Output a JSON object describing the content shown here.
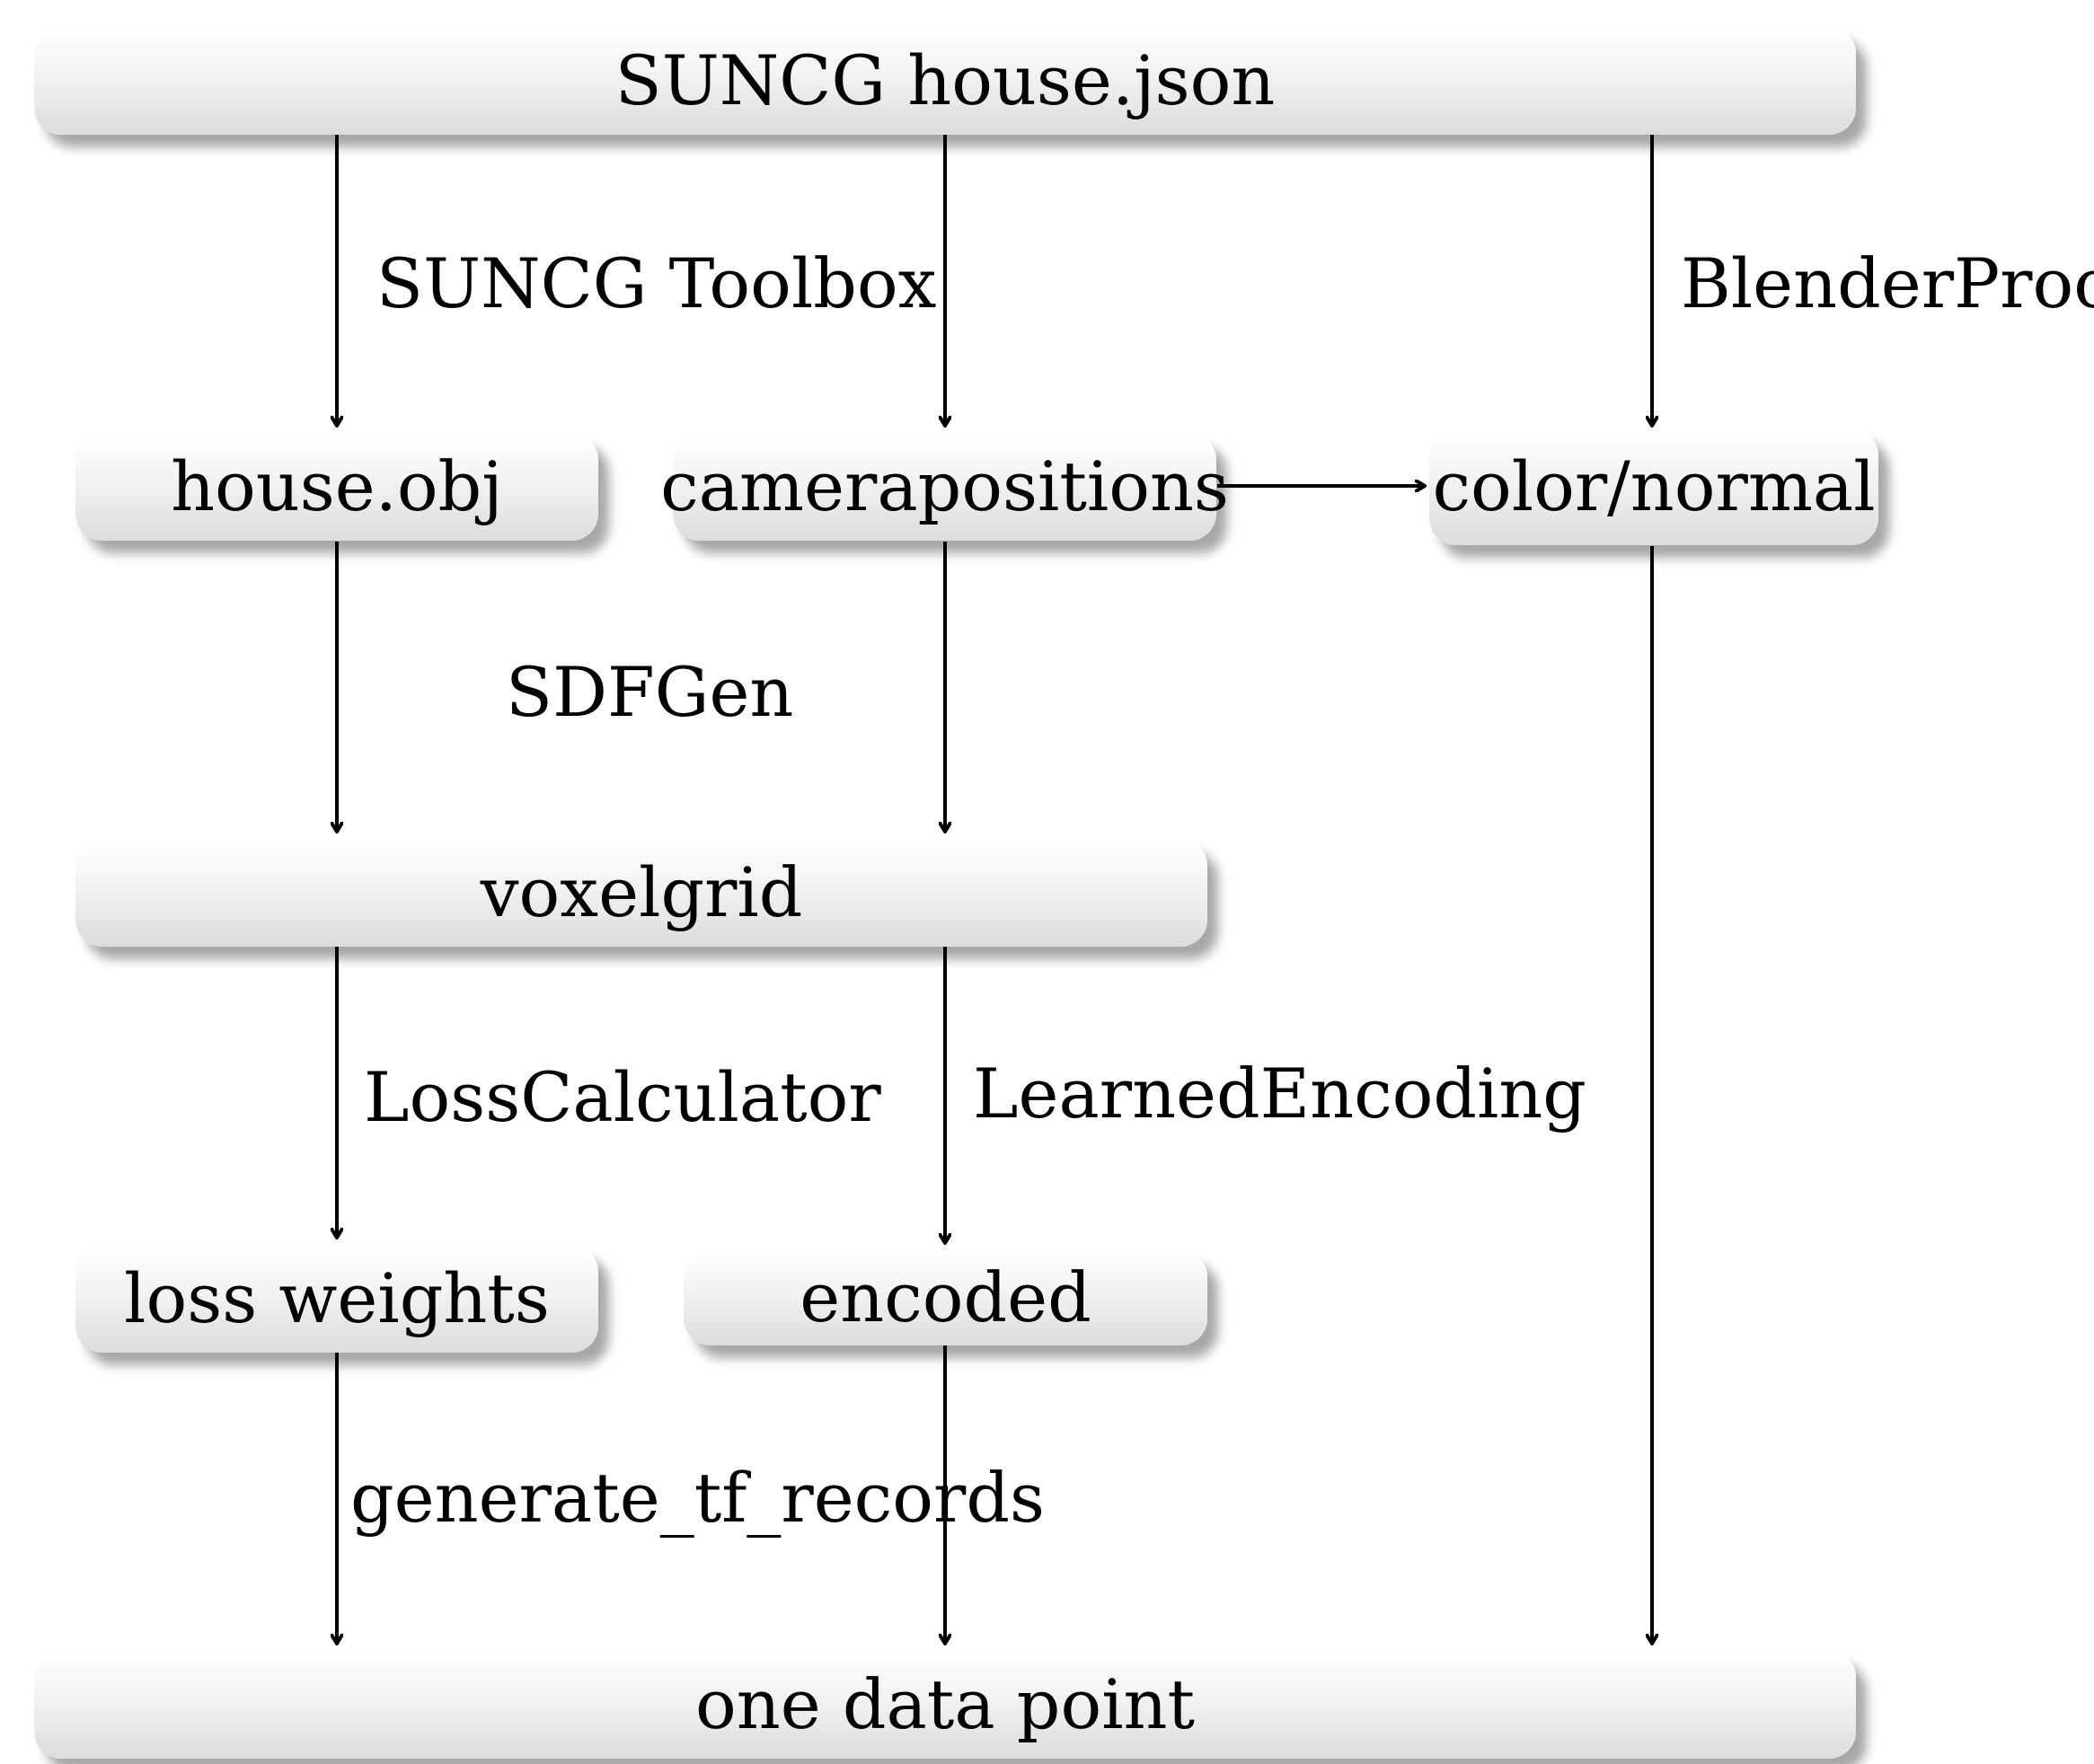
{
  "nodes": {
    "suncg_json": "SUNCG house.json",
    "house_obj": "house.obj",
    "camerapositions": "camerapositions",
    "color_normal": "color/normal",
    "voxelgrid": "voxelgrid",
    "loss_weights": "loss weights",
    "encoded": "encoded",
    "data_point": "one data point"
  },
  "edge_labels": {
    "suncg_toolbox": "SUNCG Toolbox",
    "blenderproc": "BlenderProc",
    "sdfgen": "SDFGen",
    "loss_calculator": "LossCalculator",
    "learned_encoding": "LearnedEncoding",
    "generate_tf_records": "generate_tf_records"
  }
}
